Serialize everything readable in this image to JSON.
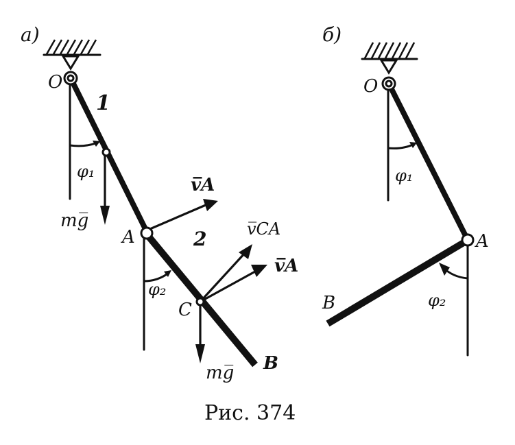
{
  "caption": "Рис. 374",
  "panel_a": {
    "label": "а)",
    "point_O": "O",
    "rod_1": "1",
    "angle_1": "φ₁",
    "weight_1": "mg̅",
    "point_A": "A",
    "vel_A": "v̅A",
    "rod_2": "2",
    "vel_CA": "v̅CA",
    "vel_A_at_C": "v̅A",
    "angle_2": "φ₂",
    "point_C": "C",
    "weight_2": "mg̅",
    "point_B": "B"
  },
  "panel_b": {
    "label": "б)",
    "point_O": "O",
    "angle_1": "φ₁",
    "point_A": "A",
    "angle_2": "φ₂",
    "point_B": "B"
  }
}
